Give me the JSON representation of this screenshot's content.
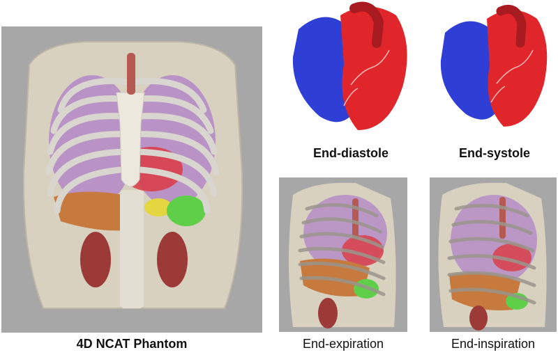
{
  "captions": {
    "main": "4D NCAT Phantom",
    "end_diastole": "End-diastole",
    "end_systole": "End-systole",
    "end_expiration": "End-expiration",
    "end_inspiration": "End-inspiration"
  },
  "colors": {
    "panel_bg": "#a6a6a6",
    "torso": "#d8d1c0",
    "ribs": "#d9d6cf",
    "lungs": "#b488c6",
    "heart": "#d9404a",
    "liver": "#c77a3e",
    "stomach": "#5fcf4a",
    "spleen": "#e4d640",
    "kidneys": "#9b3a36",
    "bone": "#e9e6dc",
    "heart_left": "#e0262a",
    "heart_right": "#2f3fd6"
  }
}
